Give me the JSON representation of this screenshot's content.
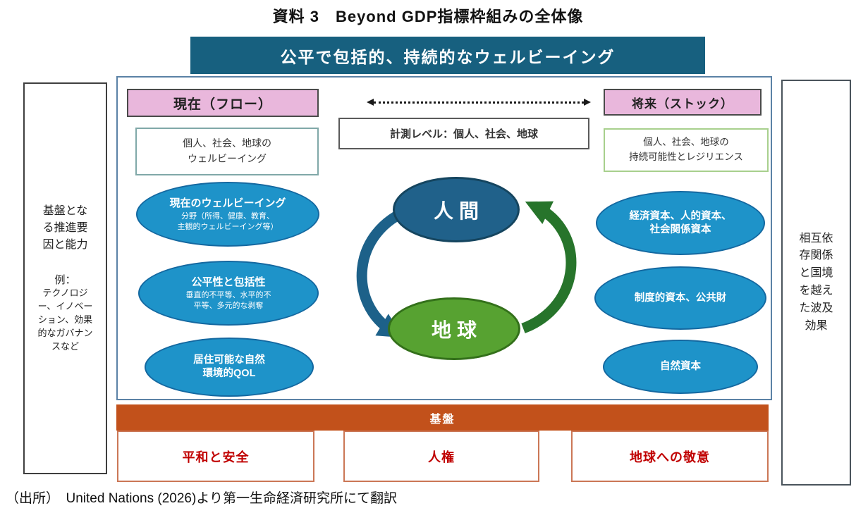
{
  "title": "資料 3　Beyond GDP指標枠組みの全体像",
  "banner": "公平で包括的、持続的なウェルビーイング",
  "left_panel": {
    "heading": "基盤となる推進要因と能力",
    "example_label": "例：",
    "example": "テクノロジー、イノベーション、効果的なガバナンスなど"
  },
  "right_panel": {
    "text": "相互依存関係と国境を越えた波及効果"
  },
  "flow": {
    "header": "現在（フロー）",
    "scope": "個人、社会、地球の\nウェルビーイング",
    "ellipses": [
      {
        "title": "現在のウェルビーイング",
        "sub": "分野（所得、健康、教育、\n主観的ウェルビーイング等）"
      },
      {
        "title": "公平性と包括性",
        "sub": "垂直的不平等、水平的不\n平等、多元的な剥奪"
      },
      {
        "title": "居住可能な自然\n環境的QOL",
        "sub": ""
      }
    ]
  },
  "stock": {
    "header": "将来（ストック）",
    "scope": "個人、社会、地球の\n持続可能性とレジリエンス",
    "ellipses": [
      {
        "title": "経済資本、人的資本、\n社会関係資本"
      },
      {
        "title": "制度的資本、公共財"
      },
      {
        "title": "自然資本"
      }
    ]
  },
  "center": {
    "measurement_level": "計測レベル：個人、社会、地球",
    "human": "人間",
    "planet": "地球"
  },
  "foundation": {
    "bar": "基盤",
    "items": [
      "平和と安全",
      "人権",
      "地球への敬意"
    ]
  },
  "source": "（出所）　United Nations (2026)より第一生命経済研究所にて翻訳",
  "colors": {
    "banner_teal": "#17607F",
    "ellipse_blue": "#1E93C9",
    "human_navy": "#20618A",
    "planet_green": "#57A231",
    "arrow_blue": "#1D6189",
    "arrow_green": "#27742B",
    "foundation_orange": "#C2511B",
    "header_pink": "#E9B7DC",
    "foundation_text_red": "#C00000"
  }
}
